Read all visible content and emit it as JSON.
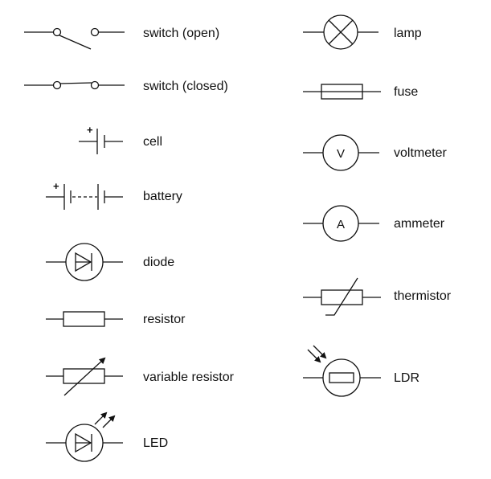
{
  "symbols": {
    "switch_open": "switch (open)",
    "switch_closed": "switch (closed)",
    "cell": "cell",
    "battery": "battery",
    "diode": "diode",
    "resistor": "resistor",
    "variable_resistor": "variable resistor",
    "led": "LED",
    "lamp": "lamp",
    "fuse": "fuse",
    "voltmeter": "voltmeter",
    "ammeter": "ammeter",
    "thermistor": "thermistor",
    "ldr": "LDR"
  },
  "glyphs": {
    "voltmeter": "V",
    "ammeter": "A",
    "positive_terminal": "+"
  }
}
